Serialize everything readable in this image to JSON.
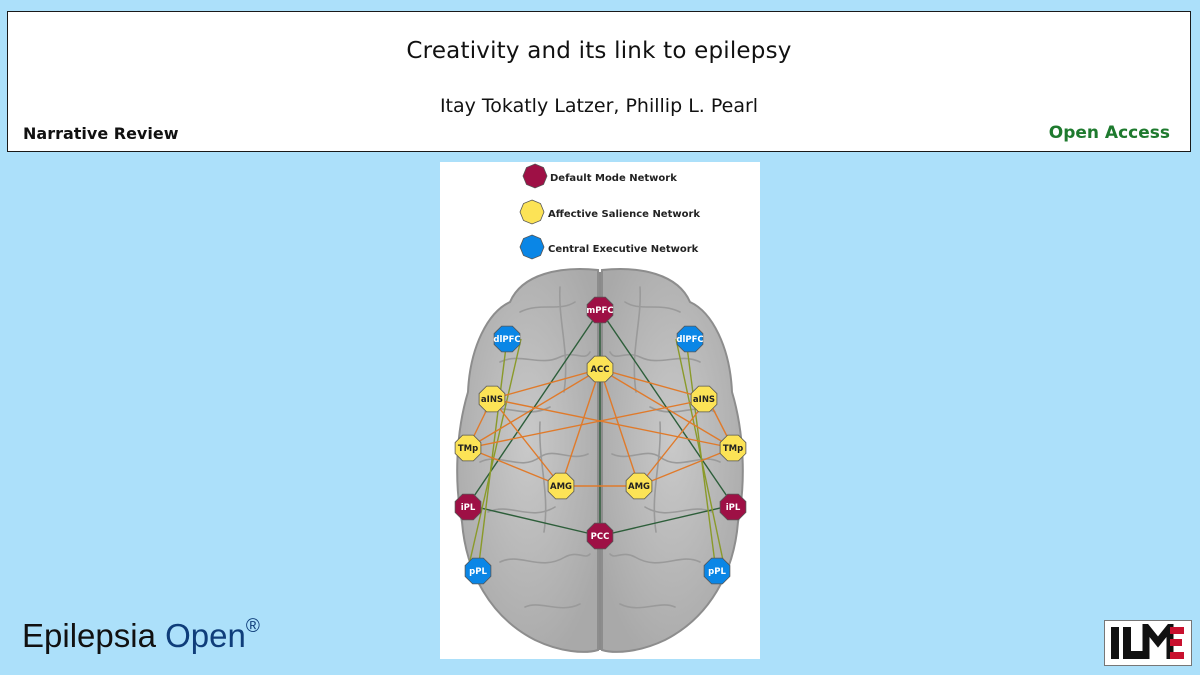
{
  "header": {
    "title": "Creativity and its link to epilepsy",
    "authors": "Itay Tokatly Latzer, Phillip L. Pearl",
    "article_type": "Narrative Review",
    "access": "Open Access"
  },
  "figure": {
    "legend": [
      {
        "label": "Default Mode Network",
        "color": "#9e1045"
      },
      {
        "label": "Affective Salience Network",
        "color": "#fce356"
      },
      {
        "label": "Central Executive Network",
        "color": "#0a86e6"
      }
    ],
    "nodes": {
      "mpfc": "mPFC",
      "dlpfc_l": "dlPFC",
      "dlpfc_r": "dlPFC",
      "acc": "ACC",
      "ains_l": "aINS",
      "ains_r": "aINS",
      "tmp_l": "TMp",
      "tmp_r": "TMp",
      "amg_l": "AMG",
      "amg_r": "AMG",
      "ipl_l": "iPL",
      "ipl_r": "iPL",
      "pcc": "PCC",
      "ppl_l": "pPL",
      "ppl_r": "pPL"
    },
    "edge_colors": {
      "default_mode": "#2d5e3a",
      "salience": "#e07a2a",
      "executive": "#8a9a2a"
    }
  },
  "footer": {
    "journal_name": "Epilepsia",
    "journal_suffix": "Open",
    "registered_mark": "®",
    "logo_text": "ILAE"
  }
}
